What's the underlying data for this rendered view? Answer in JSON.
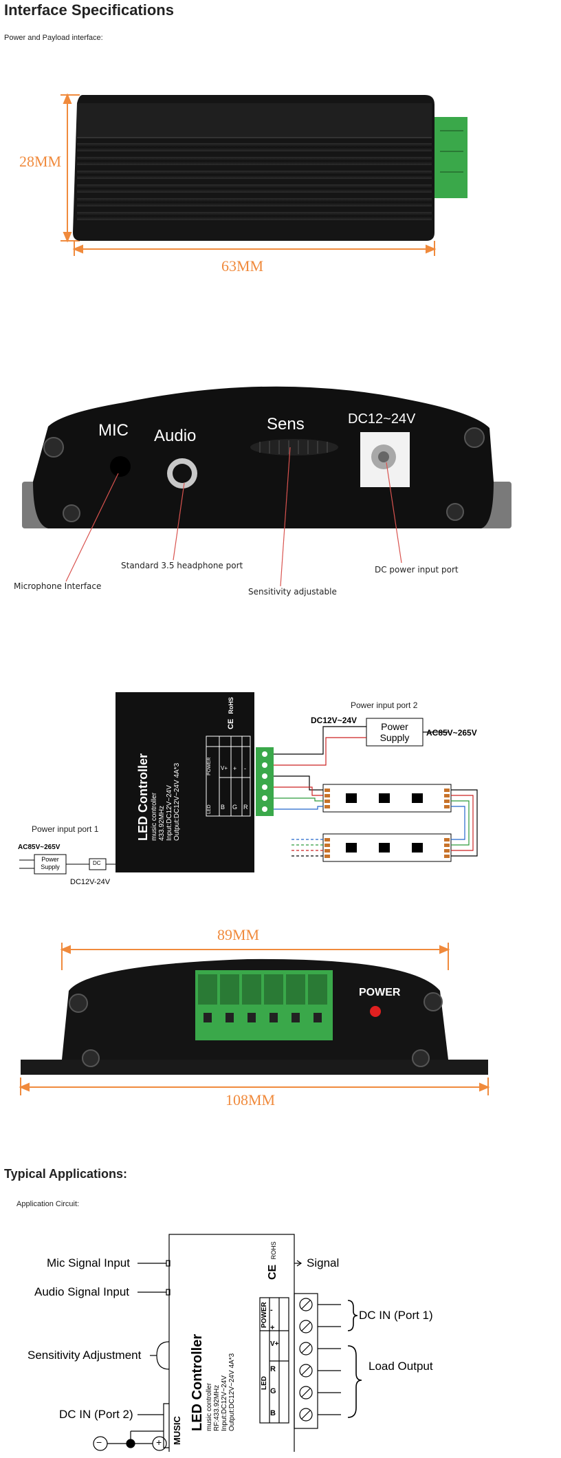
{
  "section1": {
    "title": "Interface Specifications",
    "subtitle": "Power and Payload interface:"
  },
  "figure1": {
    "height_label": "28MM",
    "width_label": "63MM",
    "accent_color": "#f08a3c",
    "housing_color": "#1a1a1a",
    "connector_color": "#3aa84a"
  },
  "figure2": {
    "mic_label": "MIC",
    "audio_label": "Audio",
    "sens_label": "Sens",
    "dc_label": "DC12~24V",
    "callouts": {
      "microphone": "Microphone Interface",
      "headphone": "Standard 3.5 headphone port",
      "sensitivity": "Sensitivity adjustable",
      "dc_port": "DC power input port"
    },
    "callout_line_color": "#d9534f"
  },
  "figure3": {
    "device_title": "LED Controller",
    "features": [
      "music controller",
      "433.92MHz",
      "Input:DC12V~24V",
      "Output:DC12V~24V  4A*3"
    ],
    "ce": "CE",
    "rohs": "RoHS",
    "power_header": "POWER",
    "led_header": "LED",
    "pins": [
      "B",
      "G",
      "R",
      "V+",
      "+",
      "-"
    ],
    "port2_label": "Power input port 2",
    "port2_dc": "DC12V~24V",
    "port2_supply_line1": "Power",
    "port2_supply_line2": "Supply",
    "port2_ac": "AC85V~265V",
    "port1_label": "Power input port 1",
    "port1_ac": "AC85V~265V",
    "port1_supply_line1": "Power",
    "port1_supply_line2": "Supply",
    "port1_dc_tag": "DC",
    "port1_dc": "DC12V-24V"
  },
  "figure4": {
    "width_inner_label": "89MM",
    "width_outer_label": "108MM",
    "power_label": "POWER",
    "power_led_color": "#e02020"
  },
  "section2": {
    "title": "Typical Applications:",
    "subtitle": "Application Circuit:"
  },
  "figure5": {
    "mic_input": "Mic Signal Input",
    "audio_input": "Audio Signal Input",
    "sensitivity": "Sensitivity Adjustment",
    "dc_in_port2": "DC IN (Port 2)",
    "signal": "Signal",
    "dc_in_port1": "DC IN (Port 1)",
    "load_output": "Load Output",
    "device_title": "LED Controller",
    "features": [
      "music controller",
      "RF:433.92MHz",
      "Input:DC12V~24V",
      "Output:DC12V~24V  4A*3"
    ],
    "ce": "CE",
    "rohs": "ROHS",
    "power_header": "POWER",
    "led_header": "LED",
    "pins": [
      "B",
      "G",
      "R",
      "V+",
      "+",
      "-"
    ],
    "music": "MUSIC",
    "minus": "−",
    "plus": "+"
  }
}
